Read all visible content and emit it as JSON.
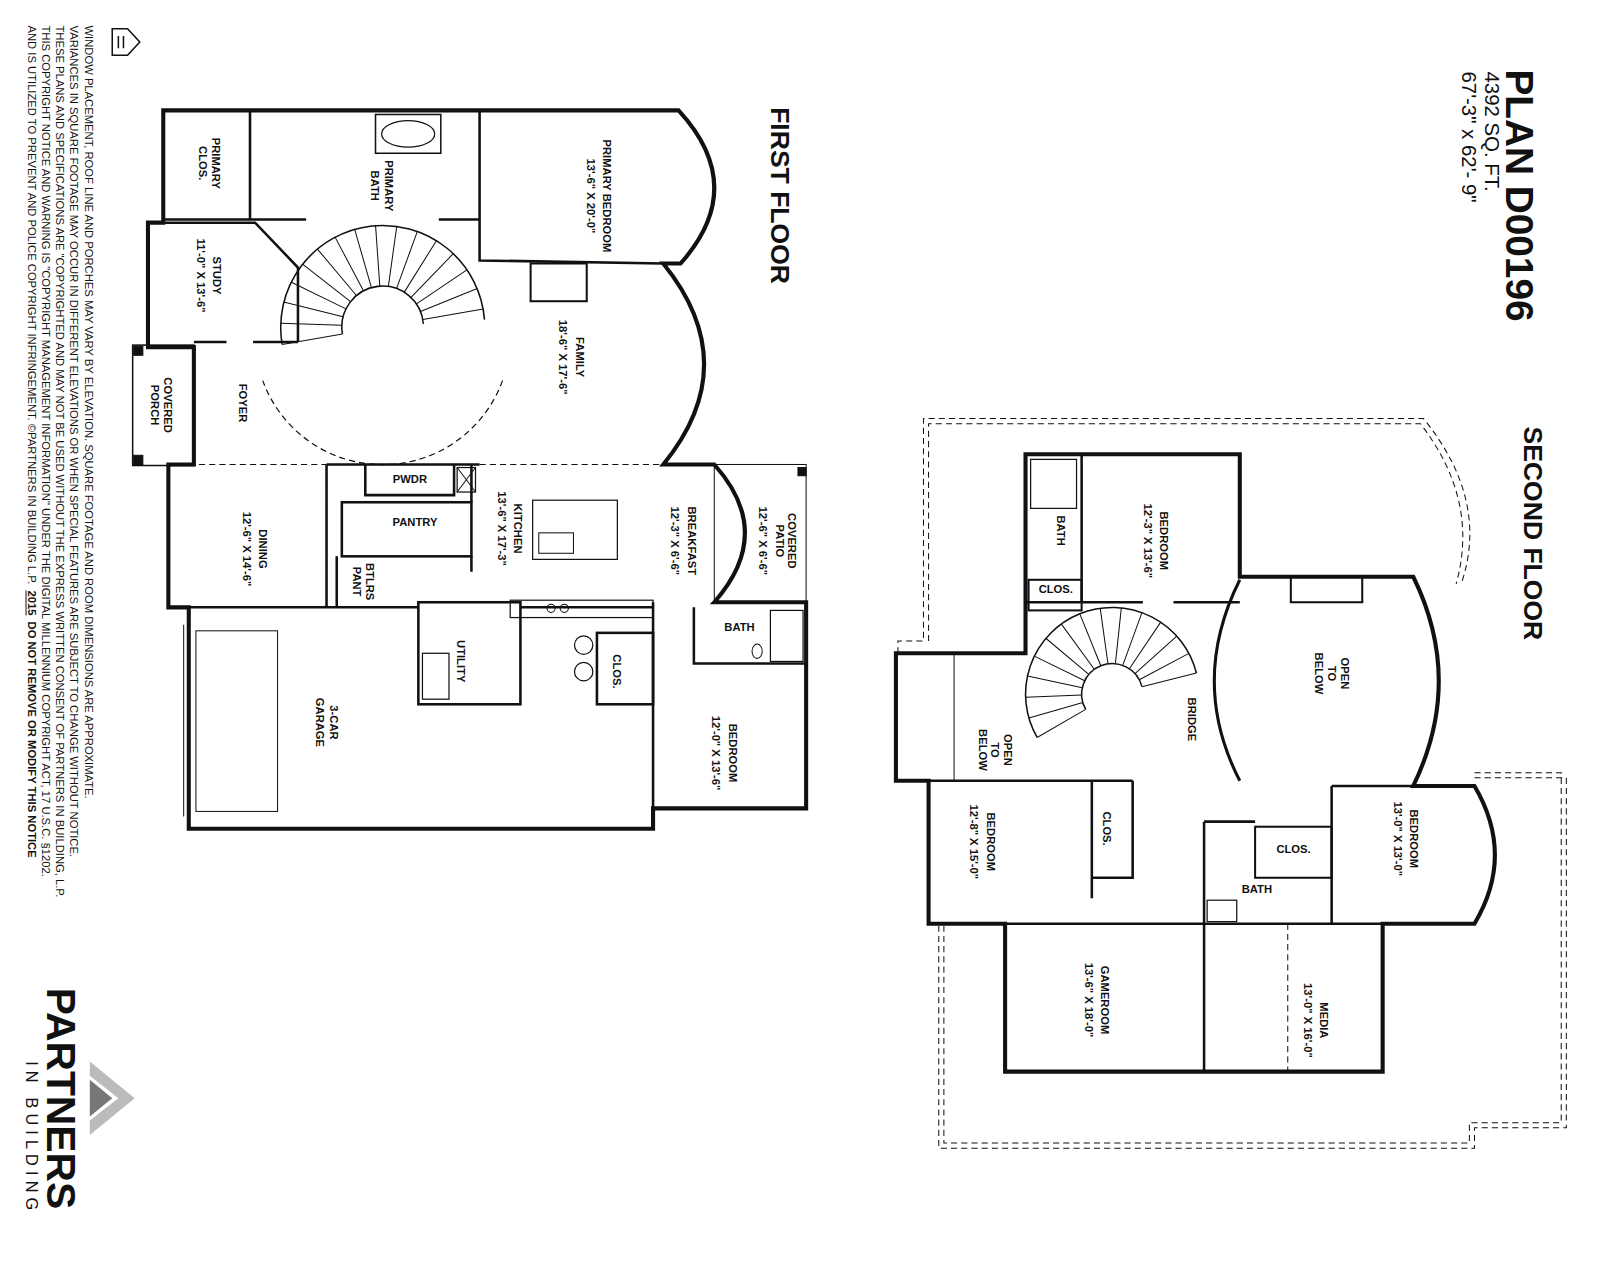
{
  "diagram": {
    "title": "PLAN D00196",
    "nodes": [
      {
        "text": [
          "FIRST FLOOR"
        ]
      },
      {
        "text": [
          "PRIMARY BEDROOM",
          "13'-6\" X 20'-0\""
        ],
        "in": 0
      },
      {
        "text": [
          "PRIMARY BATH"
        ],
        "in": 0
      },
      {
        "text": [
          "PRIMARY CLOS."
        ],
        "in": 0
      },
      {
        "text": [
          "STUDY",
          "11'-0\" X 13'-6\""
        ],
        "in": 0
      },
      {
        "text": [
          "FAMILY",
          "18'-6\" X 17'-6\""
        ],
        "in": 0
      },
      {
        "text": [
          "FOYER"
        ],
        "in": 0
      },
      {
        "text": [
          "COVERED PORCH"
        ],
        "in": 0
      },
      {
        "text": [
          "DINING",
          "12'-6\" X 14'-6\""
        ],
        "in": 0
      },
      {
        "text": [
          "PWDR"
        ],
        "in": 0
      },
      {
        "text": [
          "PANTRY"
        ],
        "in": 0
      },
      {
        "text": [
          "KITCHEN",
          "13'-6\" X 17'-3\""
        ],
        "in": 0
      },
      {
        "text": [
          "BREAKFAST",
          "12'-3\" X 6'-6\""
        ],
        "in": 0
      },
      {
        "text": [
          "COVERED PATIO",
          "12'-6\" X 6'-6\""
        ],
        "in": 0
      },
      {
        "text": [
          "BTLRS PANT"
        ],
        "in": 0
      },
      {
        "text": [
          "UTILITY"
        ],
        "in": 0
      },
      {
        "text": [
          "3-CAR GARAGE"
        ],
        "in": 0
      },
      {
        "text": [
          "BATH"
        ],
        "in": 0
      },
      {
        "text": [
          "CLOS."
        ],
        "in": 0
      },
      {
        "text": [
          "BEDROOM",
          "12'-0\" X 13'-6\""
        ],
        "in": 0
      },
      {
        "text": [
          "SECOND FLOOR"
        ]
      },
      {
        "text": [
          "BEDROOM",
          "12'-3\" X 13'-6\""
        ],
        "in": 20
      },
      {
        "text": [
          "BATH"
        ],
        "in": 20
      },
      {
        "text": [
          "CLOS."
        ],
        "in": 20
      },
      {
        "text": [
          "OPEN TO BELOW"
        ],
        "in": 20
      },
      {
        "text": [
          "BRIDGE"
        ],
        "in": 20
      },
      {
        "text": [
          "OPEN TO BELOW"
        ],
        "in": 20
      },
      {
        "text": [
          "BEDROOM",
          "13'-0\" X 13'-0\""
        ],
        "in": 20
      },
      {
        "text": [
          "CLOS."
        ],
        "in": 20
      },
      {
        "text": [
          "BATH"
        ],
        "in": 20
      },
      {
        "text": [
          "BEDROOM",
          "12'-8\" X 15'-0\""
        ],
        "in": 20
      },
      {
        "text": [
          "CLOS."
        ],
        "in": 20
      },
      {
        "text": [
          "GAMEROOM",
          "13'-6\" X 18'-0\""
        ],
        "in": 20
      },
      {
        "text": [
          "MEDIA",
          "13'-0\" X 16'-0\""
        ],
        "in": 20
      }
    ],
    "labels": [
      "4392 SQ. FT.",
      "67'-3\" x 62'- 9\"",
      "WINDOW PLACEMENT, ROOF LINE AND PORCHES MAY VARY BY ELEVATION. SQUARE FOOTAGE AND ROOM DIMENSIONS ARE APPROXIMATE.",
      "VARIANCES IN SQUARE FOOTAGE MAY OCCUR IN DIFFERENT ELEVATIONS OR WHEN SPECIAL FEATURES ARE SUBJECT TO CHANGE WITHOUT NOTICE.",
      "THESE PLANS AND SPECIFICATIONS ARE \"COPYRIGHTED AND MAY NOT BE USED WITHOUT THE EXPRESS WRITTEN CONSENT OF PARTNERS IN BUILDING, L.P.",
      "THIS COPYRIGHT NOTICE AND WARNING IS \"COPYRIGHT MANAGEMENT INFORMATION\" UNDER THE DIGITAL MILLENNIUM COPYRIGHT ACT, 17 U.S.C. §1202.",
      "AND IS UTILIZED TO PREVENT AND POLICE COPYRIGHT INFRINGEMENT. ©PARTNERS IN BUILDING L.P.",
      "2015",
      "DO NOT REMOVE OR MODIFY THIS NOTICE",
      "PARTNERS",
      "IN BUILDING"
    ]
  }
}
